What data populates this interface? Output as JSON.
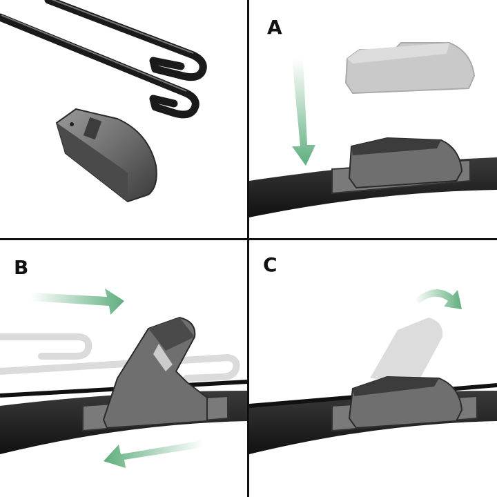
{
  "panels": {
    "top_left": {
      "label": ""
    },
    "top_right": {
      "label": "A"
    },
    "bottom_left": {
      "label": "B"
    },
    "bottom_right": {
      "label": "C"
    }
  },
  "colors": {
    "arrow_green": "#5fae7e",
    "blade_dark": "#1c1c1c",
    "adapter_gray": "#7a7a7a",
    "adapter_light": "#c9c9c9",
    "divider": "#111111"
  },
  "icons": [
    "down-arrow-icon",
    "right-arrow-icon",
    "left-arrow-icon",
    "curved-arrow-icon"
  ]
}
